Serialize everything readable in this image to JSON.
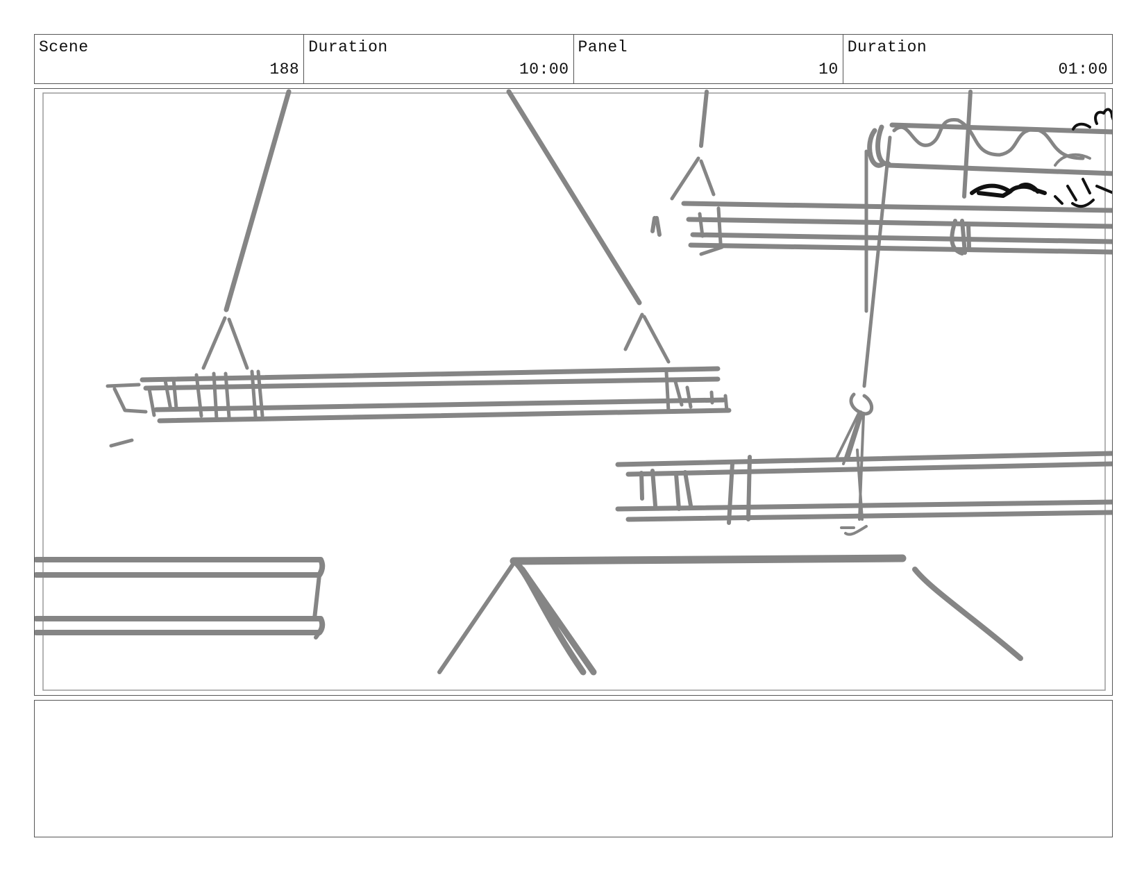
{
  "header": {
    "scene_label": "Scene",
    "scene_value": "188",
    "scene_duration_label": "Duration",
    "scene_duration_value": "10:00",
    "panel_label": "Panel",
    "panel_value": "10",
    "panel_duration_label": "Duration",
    "panel_duration_value": "01:00"
  },
  "drawing": {
    "stroke_color": "#858585",
    "ink_color": "#111111"
  },
  "notes": {
    "text": ""
  }
}
